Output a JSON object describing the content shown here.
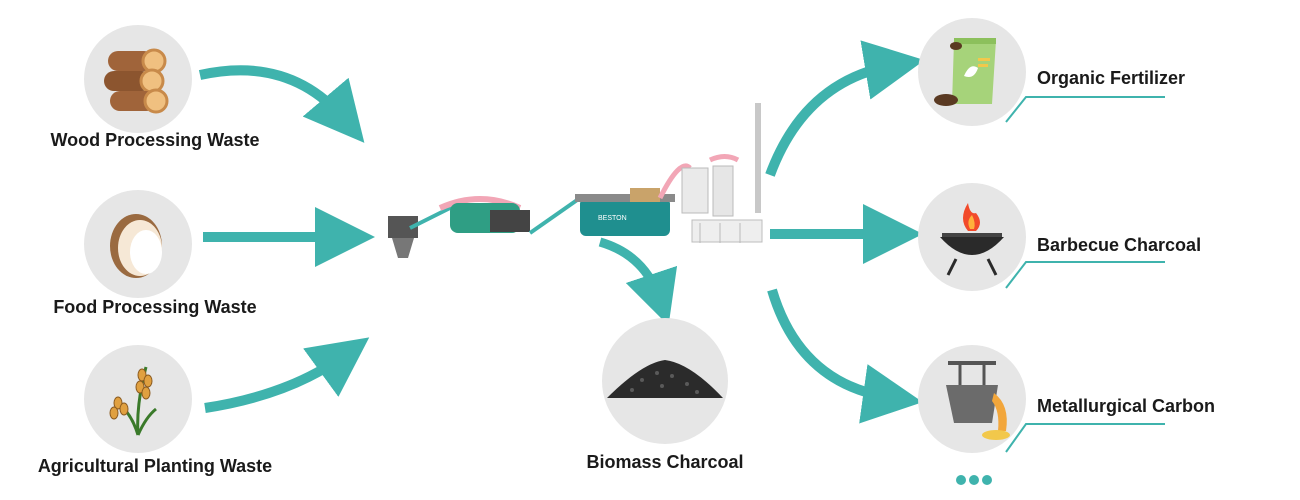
{
  "inputs": [
    {
      "label": "Wood Processing Waste",
      "icon": "wood-logs-icon"
    },
    {
      "label": "Food Processing Waste",
      "icon": "coconut-icon"
    },
    {
      "label": "Agricultural Planting Waste",
      "icon": "rice-stalk-icon"
    }
  ],
  "center": {
    "label": "Biomass Charcoal",
    "icon": "charcoal-pile-icon",
    "machine": "carbonization-machine-icon"
  },
  "outputs": [
    {
      "label": "Organic Fertilizer",
      "icon": "fertilizer-bag-icon"
    },
    {
      "label": "Barbecue Charcoal",
      "icon": "grill-icon"
    },
    {
      "label": "Metallurgical Carbon",
      "icon": "ladle-icon"
    }
  ],
  "more_indicator": "more-dots-icon",
  "colors": {
    "arrow": "#3fb3ad",
    "circle": "#e6e6e6",
    "text": "#1a1a1a"
  }
}
